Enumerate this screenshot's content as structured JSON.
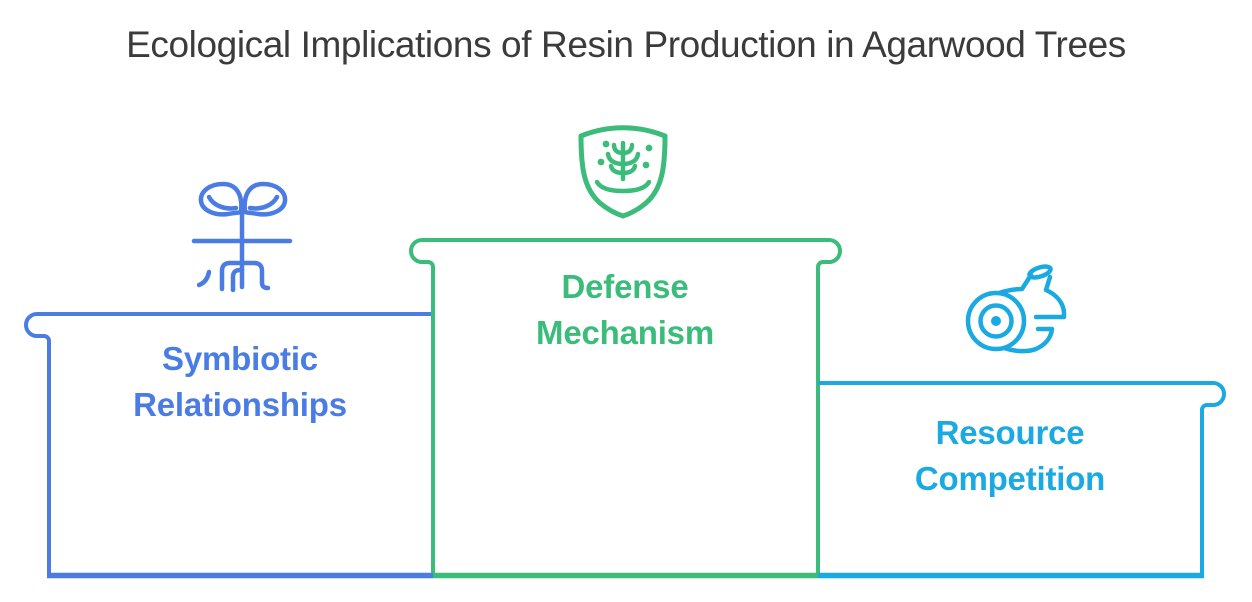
{
  "title": "Ecological Implications of Resin Production in Agarwood Trees",
  "colors": {
    "blue": "#4A7CE4",
    "green": "#3CBC7B",
    "cyan": "#1BA9E2",
    "title_text": "#3B3B3B",
    "background": "#FFFFFF"
  },
  "items": [
    {
      "label": "Symbiotic Relationships",
      "lines": [
        "Symbiotic",
        "Relationships"
      ],
      "icon": "seedling-with-roots-icon",
      "color": "#4A7CE4",
      "position": "left",
      "bar_height_rank": 2
    },
    {
      "label": "Defense Mechanism",
      "lines": [
        "Defense",
        "Mechanism"
      ],
      "icon": "shield-plant-icon",
      "color": "#3CBC7B",
      "position": "center",
      "bar_height_rank": 1
    },
    {
      "label": "Resource Competition",
      "lines": [
        "Resource",
        "Competition"
      ],
      "icon": "log-wood-icon",
      "color": "#1BA9E2",
      "position": "right",
      "bar_height_rank": 3
    }
  ]
}
